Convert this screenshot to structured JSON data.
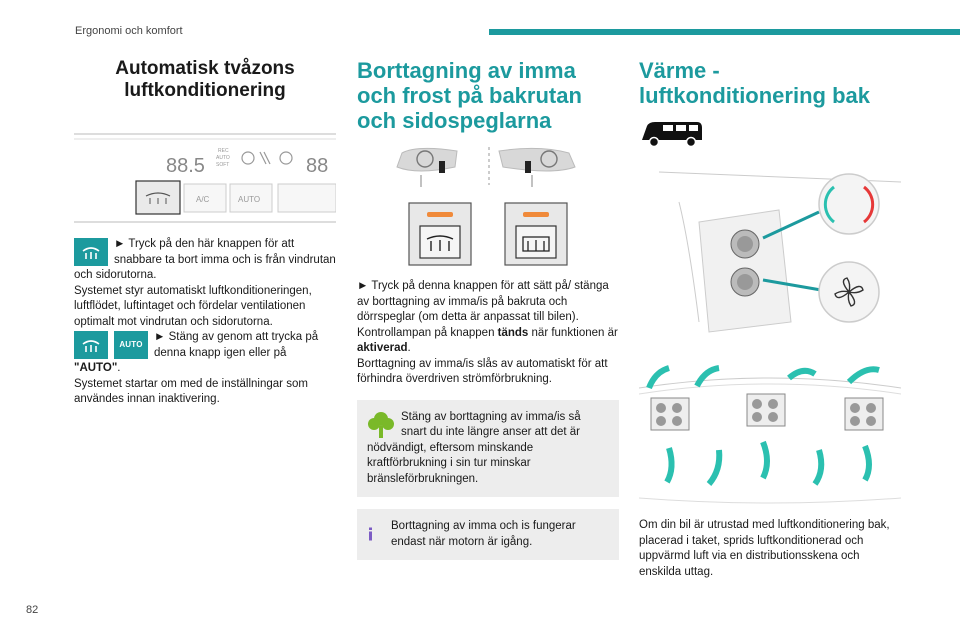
{
  "header": {
    "section": "Ergonomi och komfort",
    "accent": "#1c9a9e"
  },
  "page_number": "82",
  "col1": {
    "title": "Automatisk tvåzons luftkonditionering",
    "panel": {
      "display_left": "88.5",
      "display_right": "88",
      "rec_label": "REC",
      "auto_label": "AUTO",
      "soft_label": "SOFT",
      "ac_label": "A/C",
      "auto_btn": "AUTO"
    },
    "p1_icon": "rear-defrost-icon",
    "p1_lead": "► Tryck på den här knappen för att snabbare ta bort imma och is från vindrutan och sidorutorna.",
    "p1_rest": "Systemet styr automatiskt luftkonditioneringen, luftflödet, luftintaget och fördelar ventilationen optimalt mot vindrutan och sidorutorna.",
    "p2_auto_icon": "AUTO",
    "p2_lead": "► Stäng av genom att trycka på denna knapp igen eller på",
    "p2_auto": "\"AUTO\"",
    "p2_end": ".",
    "p2_rest": "Systemet startar om med de inställningar som användes innan inaktivering."
  },
  "col2": {
    "title": "Borttagning av imma och frost på bakrutan och sidospeglarna",
    "p1": "► Tryck på denna knappen för att sätt på/ stänga av borttagning av imma/is på bakruta och dörrspeglar (om detta är anpassat till bilen).",
    "p2_a": "Kontrollampan på knappen ",
    "p2_b": "tänds",
    "p2_c": " när funktionen är ",
    "p2_d": "aktiverad",
    "p2_e": ".",
    "p3": "Borttagning av imma/is slås av automatiskt för att förhindra överdriven strömförbrukning.",
    "eco_note": "Stäng av borttagning av imma/is så snart du inte längre anser att det är nödvändigt, eftersom minskande kraftförbrukning i sin tur minskar bränsleförbrukningen.",
    "info_note": "Borttagning av imma och is fungerar endast när motorn är igång.",
    "eco_color": "#7ab929",
    "info_color": "#7c5cc4"
  },
  "col3": {
    "title": "Värme - luftkonditionering bak",
    "body": "Om din bil är utrustad med luftkonditionering bak, placerad i taket, sprids luftkonditionerad och uppvärmd luft via en distributionsskena och enskilda uttag."
  }
}
